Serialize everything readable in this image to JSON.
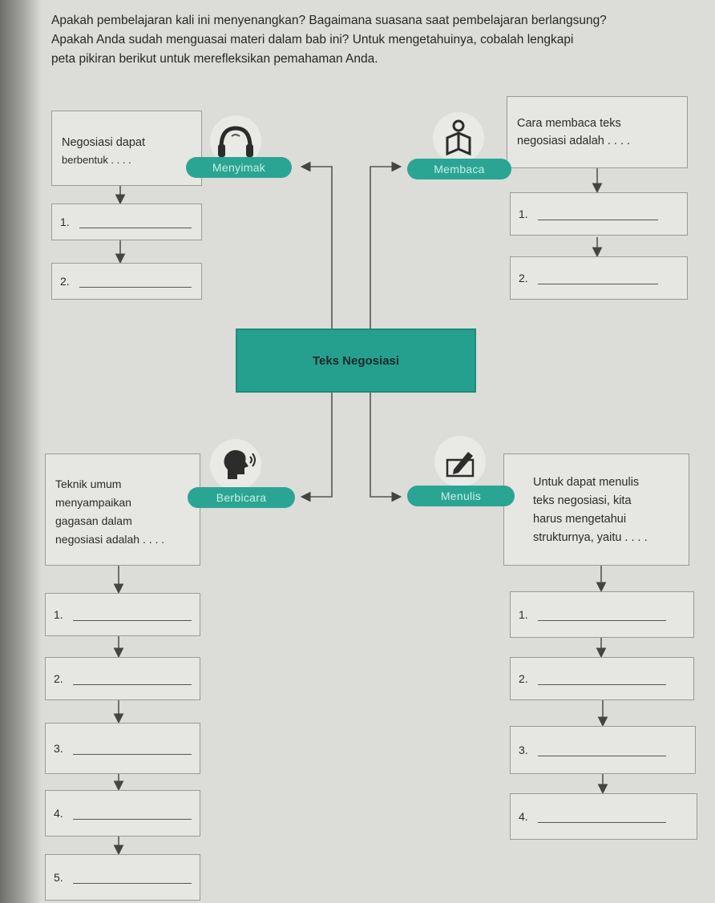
{
  "intro": {
    "line1": "Apakah pembelajaran kali ini menyenangkan? Bagaimana suasana saat pembelajaran berlangsung?",
    "line2": "Apakah Anda sudah menguasai materi dalam bab ini? Untuk mengetahuinya, cobalah lengkapi",
    "line3": "peta pikiran berikut untuk merefleksikan pemahaman Anda."
  },
  "center": "Teks Negosiasi",
  "menyimak": {
    "label": "Menyimak",
    "question_1": "Negosiasi dapat",
    "question_2": "berbentuk . . . .",
    "slots": [
      "1.",
      "2."
    ]
  },
  "membaca": {
    "label": "Membaca",
    "question_1": "Cara membaca teks",
    "question_2": "negosiasi adalah . . . .",
    "slots": [
      "1.",
      "2."
    ]
  },
  "berbicara": {
    "label": "Berbicara",
    "question_1": "Teknik umum",
    "question_2": "menyampaikan",
    "question_3": "gagasan dalam",
    "question_4": "negosiasi adalah . . . .",
    "slots": [
      "1.",
      "2.",
      "3.",
      "4.",
      "5."
    ]
  },
  "menulis": {
    "label": "Menulis",
    "question_1": "Untuk dapat menulis",
    "question_2": "teks negosiasi, kita",
    "question_3": "harus mengetahui",
    "question_4": "strukturnya, yaitu . . . .",
    "slots": [
      "1.",
      "2.",
      "3.",
      "4."
    ]
  },
  "icons": {
    "menyimak": "headphones-icon",
    "membaca": "reading-person-icon",
    "berbicara": "speaking-head-icon",
    "menulis": "pencil-writing-icon"
  },
  "colors": {
    "accent": "#2aa593",
    "center": "#25a08f",
    "paper": "#dcdcd8"
  }
}
